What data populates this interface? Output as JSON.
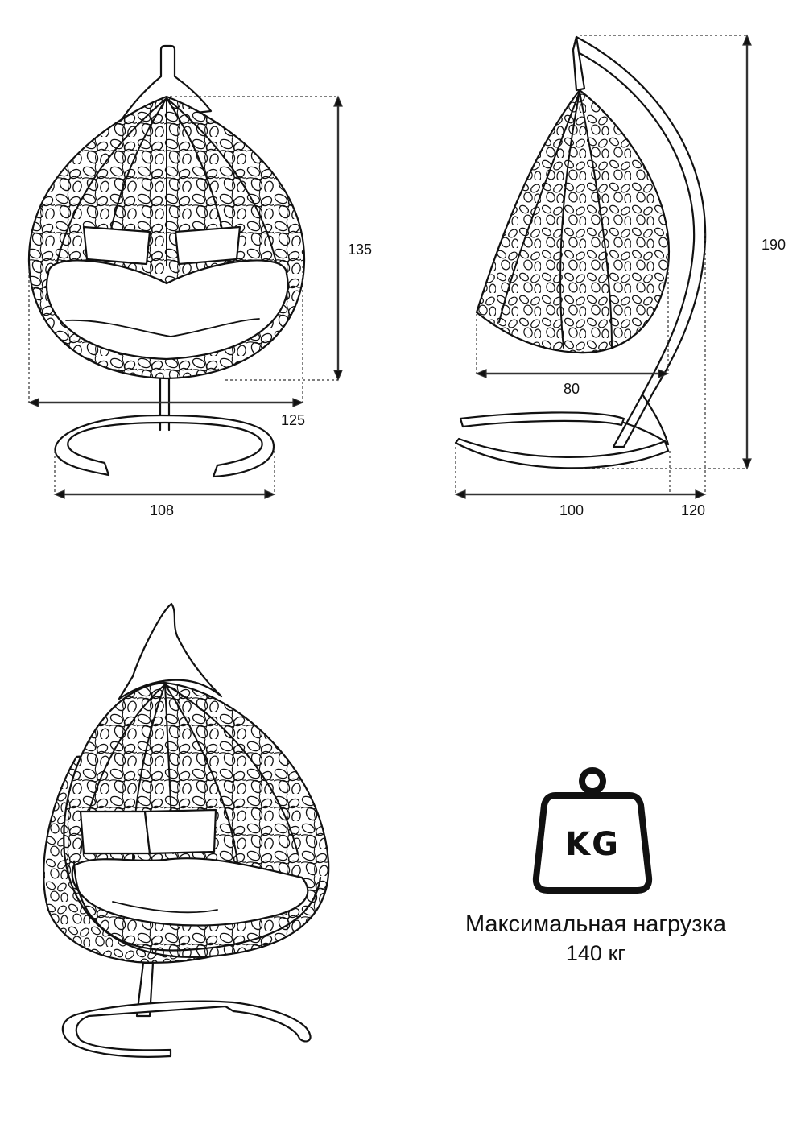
{
  "views": {
    "front": {
      "dim_height": "135",
      "dim_width": "125",
      "dim_base": "108"
    },
    "side": {
      "dim_total_height": "190",
      "dim_seat_depth": "80",
      "dim_base_depth": "100",
      "dim_total_depth": "120"
    },
    "perspective": {}
  },
  "weight_badge": {
    "icon": "kettlebell-weight-icon",
    "icon_text": "KG",
    "label": "Максимальная нагрузка",
    "value": "140 кг"
  },
  "colors": {
    "line": "#111111",
    "dim_line": "#333333",
    "cushion_fill": "#ffffff"
  }
}
